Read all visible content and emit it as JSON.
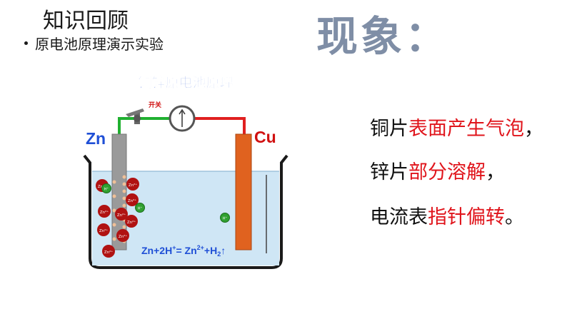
{
  "header": {
    "title": "知识回顾",
    "bullet": "原电池原理演示实验"
  },
  "phenomenon": {
    "heading": "现象：",
    "lines": [
      {
        "pre": "铜片",
        "highlight": "表面产生气泡",
        "post": "，"
      },
      {
        "pre": "锌片",
        "highlight": "部分溶解",
        "post": "，"
      },
      {
        "pre": "电流表",
        "highlight": "指针偏转",
        "post": "。"
      }
    ]
  },
  "diagram": {
    "title": "铜锌原电池原理",
    "switch_label": "开关",
    "zn_label": "Zn",
    "cu_label": "Cu",
    "ion_label": "Zn²⁺",
    "h_ion_label": "H⁺",
    "equation": {
      "part1": "Zn+2H",
      "sup1": "+",
      "part2": "= Zn",
      "sup2": "2+",
      "part3": "+H",
      "sub3": "2",
      "arrow": "↑"
    }
  },
  "colors": {
    "highlight": "#e0141b",
    "heading": "#7f8ea6",
    "diagram_title": "#1f4fd6",
    "copper": "#e0621f",
    "zinc": "#9a9a9a",
    "wire_positive": "#e02020",
    "wire_negative": "#20b030",
    "electrolyte": "#cfe6f5"
  }
}
